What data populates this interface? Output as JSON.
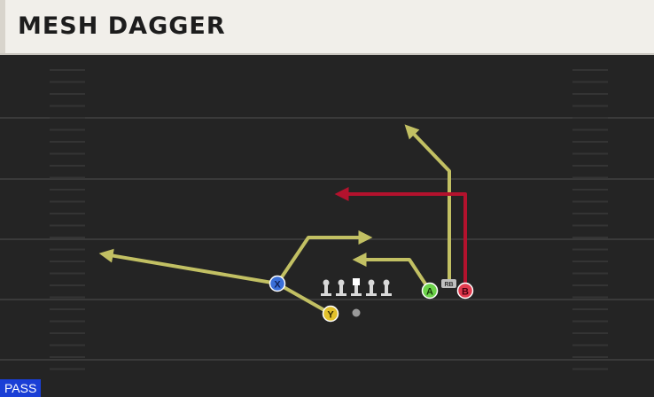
{
  "play": {
    "title": "MESH DAGGER",
    "formation_badge": "PASS"
  },
  "players": {
    "x": {
      "label": "X",
      "color": "#3a6fd8"
    },
    "y": {
      "label": "Y",
      "color": "#e2c12c"
    },
    "a": {
      "label": "A",
      "color": "#6cd24a"
    },
    "b": {
      "label": "B",
      "color": "#e23a4e"
    },
    "rb": {
      "label": "RB",
      "color": "#bfbfbf"
    }
  },
  "colors": {
    "field": "#242424",
    "yard_line": "#3a3a3a",
    "route_yellow": "#c2c063",
    "route_red": "#b3122d",
    "header_bg": "#f1efea",
    "badge_bg": "#1a3fd6"
  }
}
